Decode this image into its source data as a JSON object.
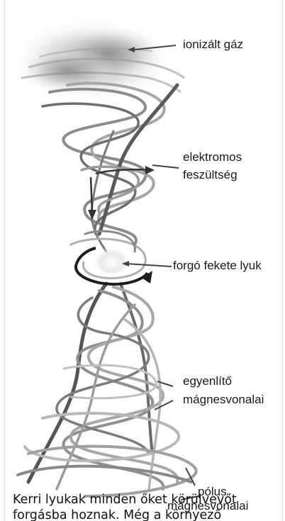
{
  "labels": {
    "ionized_gas": "ionizált gáz",
    "electric_voltage_line1": "elektromos",
    "electric_voltage_line2": "feszültség",
    "rotating_black_hole": "forgó fekete lyuk",
    "equatorial_line1": "egyenlítő",
    "equatorial_line2": "mágnesvonalai",
    "polar_line1": "pólus",
    "polar_line2": "mágnesvonalai"
  },
  "caption": {
    "line1": "Kerri lyukak minden őket körülvevőt",
    "line2": "forgásba hoznak. Még a környező"
  }
}
